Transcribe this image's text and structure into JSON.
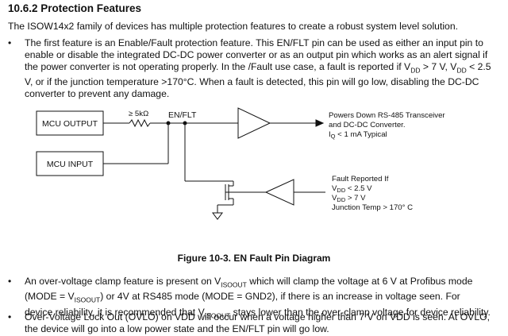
{
  "section": {
    "heading": "10.6.2 Protection Features"
  },
  "intro": "The ISOW14x2 family of devices has multiple protection features to create a robust system level solution.",
  "bullet_symbol": "•",
  "bullet1": {
    "line1": "The first feature is an Enable/Fault protection feature. This EN/FLT pin can be used as either an input pin to",
    "line2": "enable or disable the integrated DC-DC power converter or as an output pin which works as an alert signal if",
    "line3_pre": "the power converter is not operating properly. In the /Fault use case, a fault is reported if V",
    "sub_dd": "DD",
    "line3_mid": " > 7 V, V",
    "line3_post": " < 2.5",
    "line4": "V, or if the junction temperature >170°C. When a fault is detected, this pin will go low, disabling the DC-DC",
    "line5": "converter to prevent any damage."
  },
  "figure": {
    "mcu_output": "MCU OUTPUT",
    "mcu_input": "MCU INPUT",
    "resistor_label": "≥ 5kΩ",
    "pin_label": "EN/FLT",
    "power_down_1": "Powers Down RS-485 Transceiver",
    "power_down_2": "and DC-DC Converter.",
    "power_down_3_pre": "I",
    "power_down_3_sub": "Q",
    "power_down_3_post": " < 1 mA Typical",
    "fault_1": "Fault Reported If",
    "fault_2_pre": "V",
    "fault_2_sub": "DD",
    "fault_2_post": " < 2.5 V",
    "fault_3_pre": "V",
    "fault_3_sub": "DD",
    "fault_3_post": " > 7 V",
    "fault_4": "Junction Temp > 170° C",
    "caption": "Figure 10-3. EN Fault Pin Diagram"
  },
  "bullet2": {
    "l1_pre": "An over-voltage clamp feature is present on V",
    "sub_isoout": "ISOOUT",
    "l1_post": " which will clamp the voltage at 6 V at Profibus mode",
    "l2_pre": "(MODE = V",
    "l2_post": ") or 4V at RS485 mode (MODE = GND2), if there is an increase in voltage seen. For",
    "l3_pre": "device reliability, it is recommended that V",
    "l3_post": " stays lower than the over-clamp voltage for device reliability."
  },
  "bullet3": {
    "line1": "Over-Voltage Lock Out (OVLO) on VDD will occur when a voltage higher than 7 V on VDD is seen. At OVLO,",
    "line2": "the device will go into a low power state and the EN/FLT pin will go low."
  }
}
